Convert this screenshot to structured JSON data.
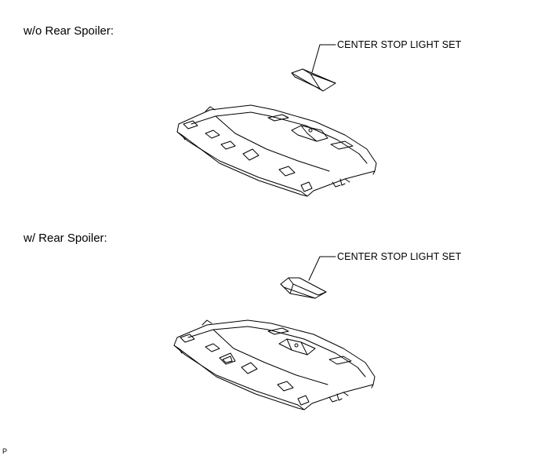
{
  "sections": [
    {
      "heading": "w/o Rear Spoiler:",
      "callout": "CENTER STOP LIGHT SET"
    },
    {
      "heading": "w/ Rear Spoiler:",
      "callout": "CENTER STOP LIGHT SET"
    }
  ],
  "figure_code": "P",
  "colors": {
    "line": "#000000",
    "background": "#ffffff",
    "fill": "#ffffff"
  }
}
